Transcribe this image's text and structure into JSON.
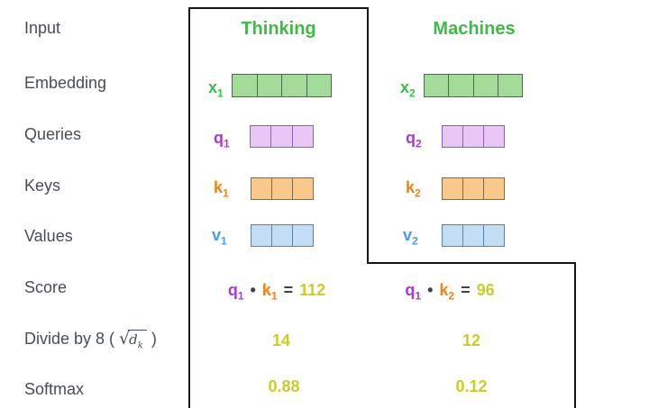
{
  "colors": {
    "green": "#3dbb47",
    "purple": "#a93ad2",
    "orange": "#f5820d",
    "blue": "#459bf0",
    "yellow": "#c9cf1d",
    "dark": "#3c414b",
    "label": "#474d57",
    "outline": "#161616",
    "green-fill": "#a3dc99",
    "green-border": "#4c6a50",
    "purple-fill": "#e8c6f5",
    "purple-border": "#9261ad",
    "orange-fill": "#f9c98c",
    "orange-border": "#826a4a",
    "blue-fill": "#c3ddf4",
    "blue-border": "#5b82a0"
  },
  "row_labels": {
    "input": "Input",
    "embedding": "Embedding",
    "queries": "Queries",
    "keys": "Keys",
    "values": "Values",
    "score": "Score",
    "divide_prefix": "Divide by 8 ( ",
    "divide_radical": "√",
    "divide_radicand": "d",
    "divide_sub": "k",
    "divide_suffix": " )",
    "softmax": "Softmax"
  },
  "columns": [
    {
      "word": "Thinking",
      "embedding": {
        "letter": "x",
        "sub": "1",
        "cells": 4
      },
      "query": {
        "letter": "q",
        "sub": "1",
        "cells": 3
      },
      "key": {
        "letter": "k",
        "sub": "1",
        "cells": 3
      },
      "value": {
        "letter": "v",
        "sub": "1",
        "cells": 3
      },
      "score": {
        "q_letter": "q",
        "q_sub": "1",
        "dot": "•",
        "k_letter": "k",
        "k_sub": "1",
        "equals": "=",
        "result": "112"
      },
      "divided": "14",
      "softmax": "0.88"
    },
    {
      "word": "Machines",
      "embedding": {
        "letter": "x",
        "sub": "2",
        "cells": 4
      },
      "query": {
        "letter": "q",
        "sub": "2",
        "cells": 3
      },
      "key": {
        "letter": "k",
        "sub": "2",
        "cells": 3
      },
      "value": {
        "letter": "v",
        "sub": "2",
        "cells": 3
      },
      "score": {
        "q_letter": "q",
        "q_sub": "1",
        "dot": "•",
        "k_letter": "k",
        "k_sub": "2",
        "equals": "=",
        "result": "96"
      },
      "divided": "12",
      "softmax": "0.12"
    }
  ]
}
